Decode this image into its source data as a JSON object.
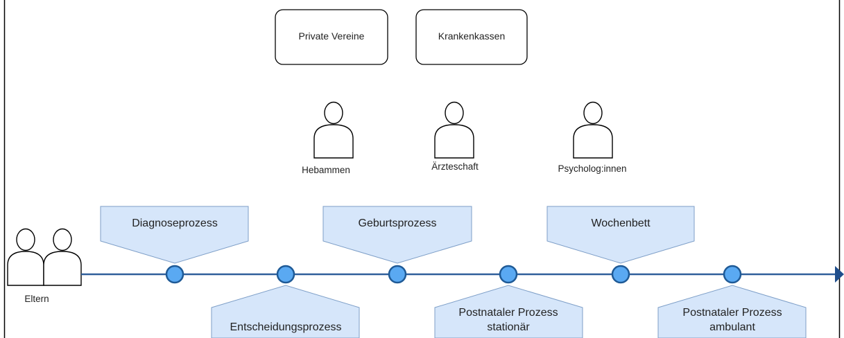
{
  "organizations": [
    {
      "label": "Private Vereine"
    },
    {
      "label": "Krankenkassen"
    }
  ],
  "actors": [
    {
      "label": "Hebammen",
      "icon": "person-icon"
    },
    {
      "label": "Ärzteschaft",
      "icon": "person-icon"
    },
    {
      "label": "Psycholog:innen",
      "icon": "person-icon"
    }
  ],
  "parents": {
    "label": "Eltern",
    "icon": "people-icon"
  },
  "phases_top": [
    {
      "label": "Diagnoseprozess"
    },
    {
      "label": "Geburtsprozess"
    },
    {
      "label": "Wochenbett"
    }
  ],
  "phases_bottom": [
    {
      "lines": [
        "Entscheidungsprozess"
      ]
    },
    {
      "lines": [
        "Postnataler Prozess",
        "stationär"
      ]
    },
    {
      "lines": [
        "Postnataler Prozess",
        "ambulant"
      ]
    }
  ],
  "colors": {
    "timeline": "#2f5f9a",
    "node_fill": "#5aa9f2",
    "node_stroke": "#1f5a96",
    "callout_fill": "#d6e6fa",
    "callout_stroke": "#7d9ec7",
    "border": "#000000"
  }
}
